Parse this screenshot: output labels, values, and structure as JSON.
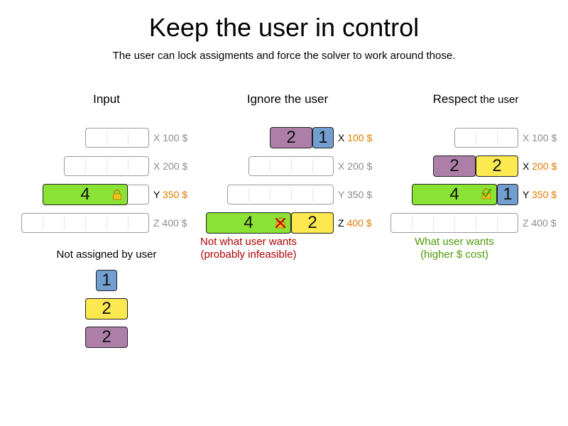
{
  "title": "Keep the user in control",
  "subtitle": "The user can lock assigments and force the solver to work around those.",
  "columns": {
    "input": "Input",
    "ignore": "Ignore the user",
    "respect_bold": "Respect",
    "respect_rest": " the user"
  },
  "computers": {
    "x": {
      "letter": "X",
      "price": "100 $"
    },
    "x2": {
      "letter": "X",
      "price": "200 $"
    },
    "y": {
      "letter": "Y",
      "price": "350 $"
    },
    "z": {
      "letter": "Z",
      "price": "400 $"
    }
  },
  "processes": {
    "p4": "4",
    "p2": "2",
    "p1": "1"
  },
  "notes": {
    "not_assigned": "Not assigned by user",
    "ignore_line1": "Not what user wants",
    "ignore_line2": "(probably infeasible)",
    "respect_line1": "What user wants",
    "respect_line2": "(higher $ cost)"
  },
  "icons": {
    "lock": "lock-icon",
    "cross": "cross-icon",
    "check": "check-icon"
  }
}
